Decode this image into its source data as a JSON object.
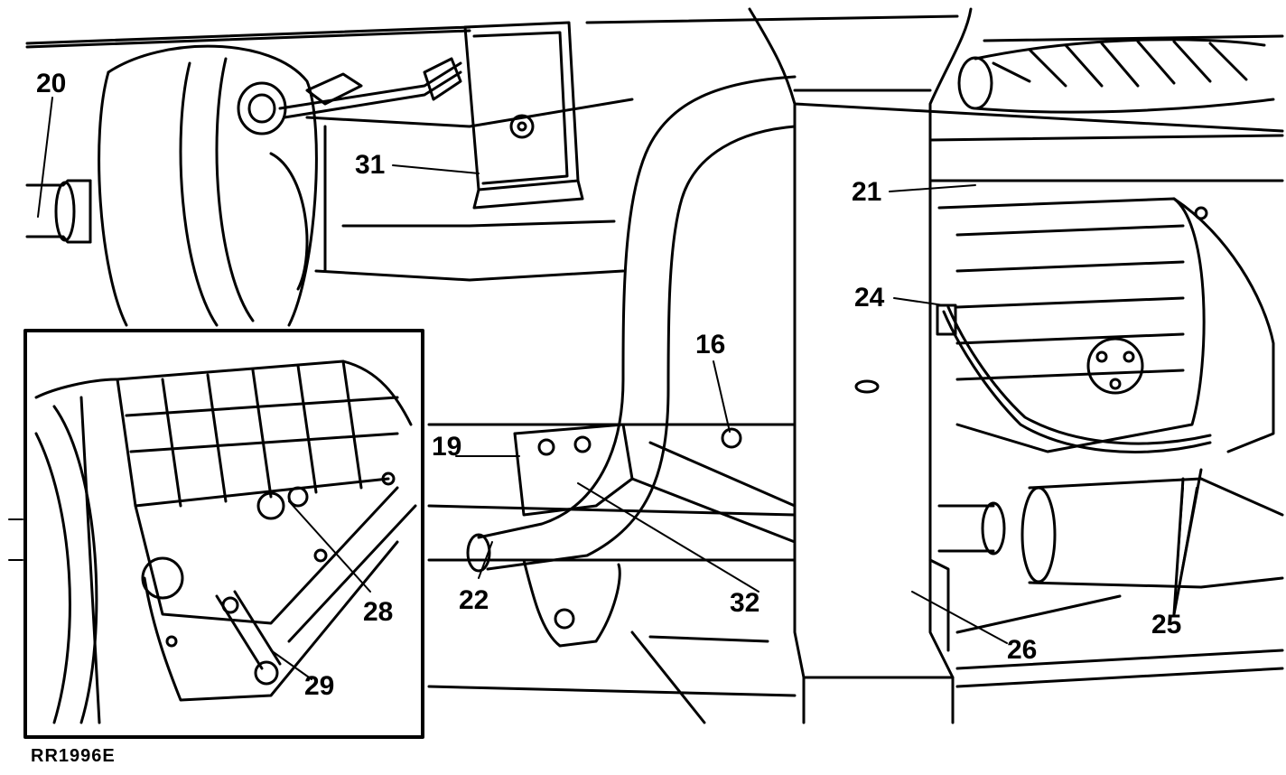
{
  "callouts": {
    "c16": "16",
    "c19": "19",
    "c20": "20",
    "c21": "21",
    "c22": "22",
    "c24": "24",
    "c25": "25",
    "c26": "26",
    "c28": "28",
    "c29": "29",
    "c31": "31",
    "c32": "32"
  },
  "reference": "RR1996E"
}
